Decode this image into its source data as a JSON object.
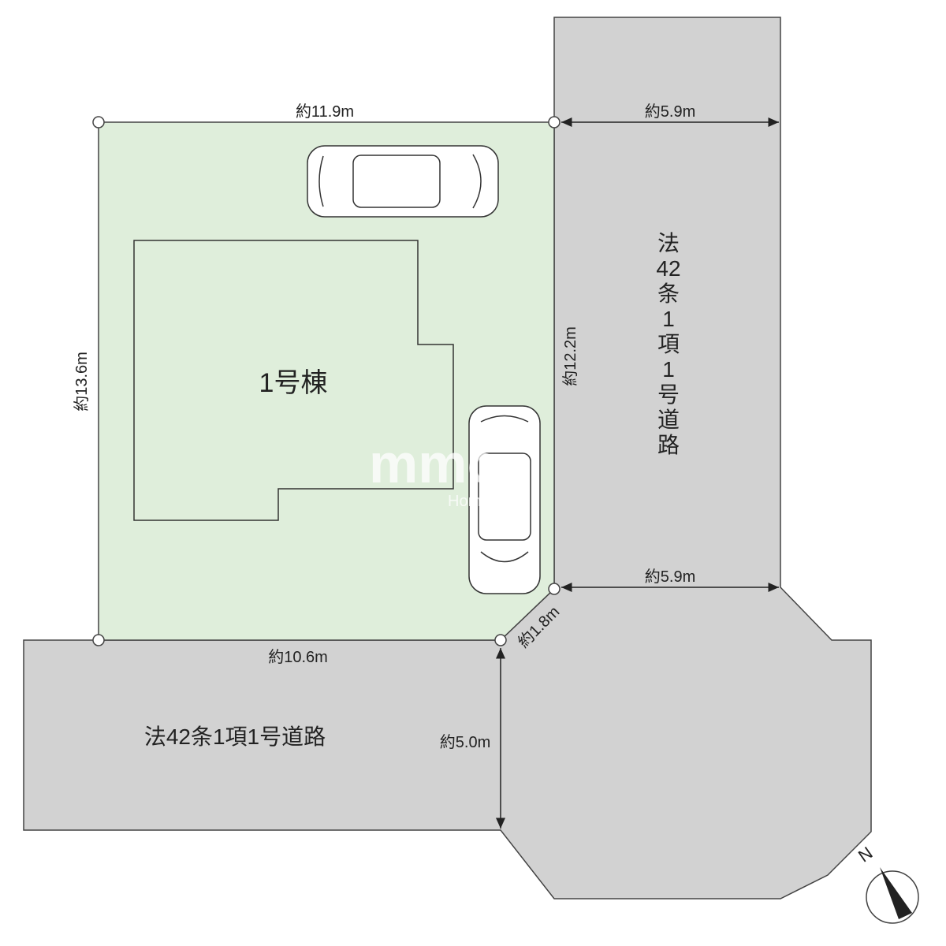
{
  "lot": {
    "building_label": "1号棟",
    "dim_top": "約11.9m",
    "dim_left": "約13.6m",
    "dim_right": "約12.2m",
    "dim_bottom": "約10.6m",
    "dim_corner": "約1.8m"
  },
  "roads": {
    "east_label": [
      "法",
      "42",
      "条",
      "1",
      "項",
      "1",
      "号",
      "道",
      "路"
    ],
    "east_width_top": "約5.9m",
    "east_width_bottom": "約5.9m",
    "south_label": "法42条1項1号道路",
    "south_width": "約5.0m"
  },
  "compass": {
    "label": "N"
  },
  "watermark": {
    "logo": "mmc",
    "sub": "Home&Life"
  },
  "colors": {
    "lot": "#dfeedb",
    "road": "#d2d2d2",
    "line": "#333333"
  }
}
